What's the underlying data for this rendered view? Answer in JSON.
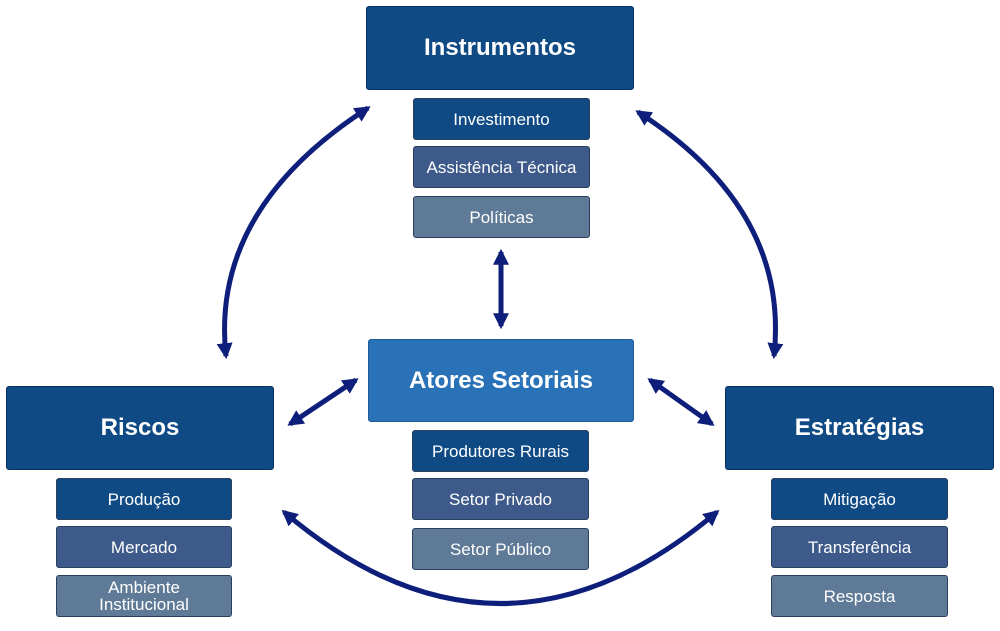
{
  "diagram": {
    "instrumentos": {
      "title": "Instrumentos",
      "items": [
        "Investimento",
        "Assistência Técnica",
        "Políticas"
      ]
    },
    "atores": {
      "title": "Atores Setoriais",
      "items": [
        "Produtores Rurais",
        "Setor Privado",
        "Setor Público"
      ]
    },
    "riscos": {
      "title": "Riscos",
      "items": [
        "Produção",
        "Mercado",
        "Ambiente Institucional"
      ]
    },
    "estrategias": {
      "title": "Estratégias",
      "items": [
        "Mitigação",
        "Transferência",
        "Resposta"
      ]
    }
  },
  "colors": {
    "arrow": "#0d1f7a",
    "main_dark": "#0f4a84",
    "main_light": "#2a72b8",
    "sub_1": "#0f4a84",
    "sub_2": "#3d5a8a",
    "sub_3": "#5f7a96"
  }
}
